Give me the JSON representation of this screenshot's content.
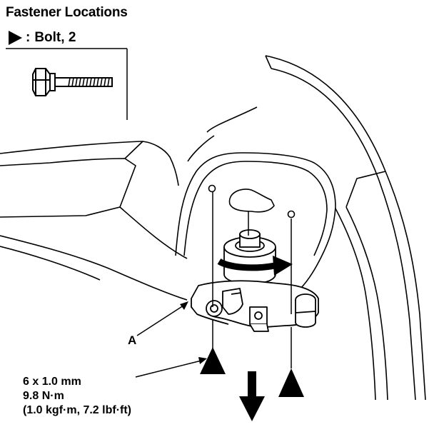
{
  "title": "Fastener Locations",
  "legend": {
    "separator": ":",
    "text": "Bolt, 2"
  },
  "callout": {
    "part_label": "A"
  },
  "spec": {
    "line1": "6 x 1.0 mm",
    "line2": "9.8 N·m",
    "line3": "(1.0 kgf·m, 7.2 lbf·ft)"
  },
  "icons": [
    "bolt-marker-triangle",
    "bolt-illustration",
    "downward-arrow",
    "rotation-arrow"
  ]
}
